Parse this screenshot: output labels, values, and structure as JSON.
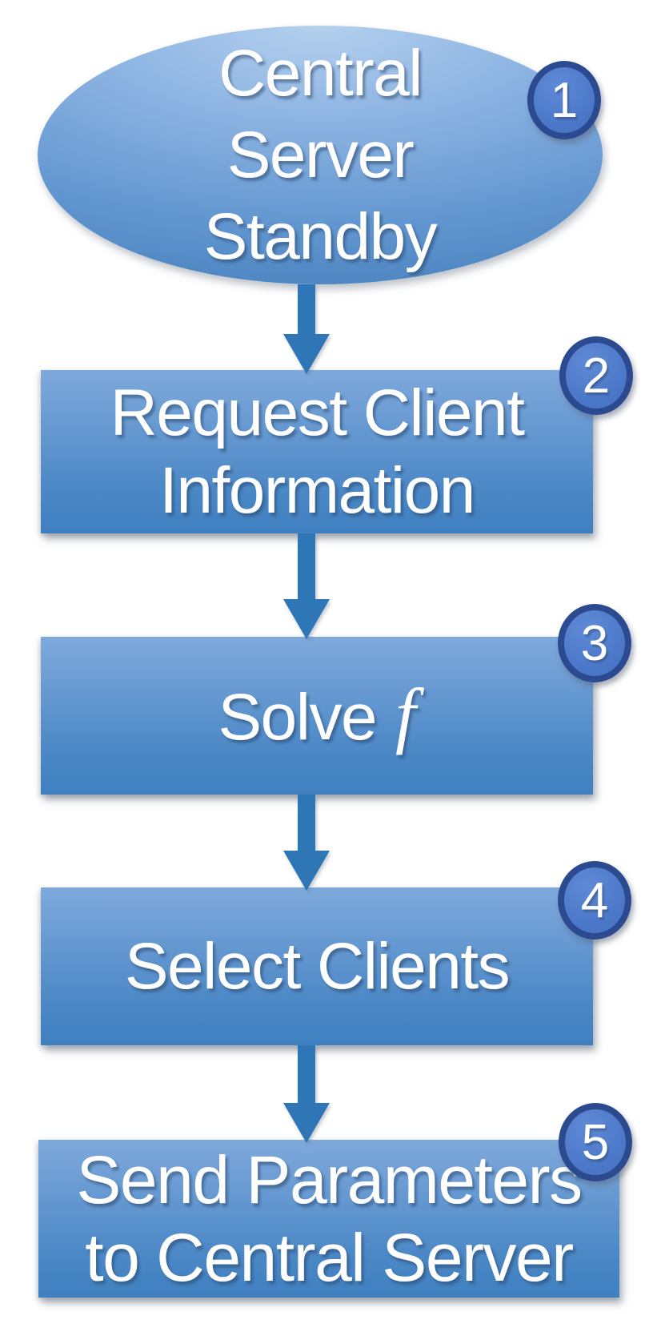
{
  "flowchart": {
    "description": "Vertical five-step flow diagram",
    "nodes": [
      {
        "badge": "1",
        "shape": "ellipse",
        "lines": [
          "Central",
          "Server",
          "Standby"
        ]
      },
      {
        "badge": "2",
        "shape": "rect",
        "lines": [
          "Request Client",
          "Information"
        ]
      },
      {
        "badge": "3",
        "shape": "rect",
        "text_prefix": "Solve",
        "text_var": "f"
      },
      {
        "badge": "4",
        "shape": "rect",
        "lines": [
          "Select Clients"
        ]
      },
      {
        "badge": "5",
        "shape": "rect",
        "lines": [
          "Send Parameters",
          "to Central Server"
        ]
      }
    ],
    "connectors": [
      {
        "from": "1",
        "to": "2",
        "direction": "down"
      },
      {
        "from": "2",
        "to": "3",
        "direction": "down"
      },
      {
        "from": "3",
        "to": "4",
        "direction": "down"
      },
      {
        "from": "4",
        "to": "5",
        "direction": "down"
      }
    ],
    "colors": {
      "box_top": "#7fa9dc",
      "box_bottom": "#3f80c0",
      "ellipse_top": "#b4d0ee",
      "ellipse_bottom": "#3a76b4",
      "arrow_color": "#2e76b6",
      "badge_fill": "#4a76c8",
      "badge_border": "#2b4a8f",
      "text_color": "#ffffff"
    }
  }
}
